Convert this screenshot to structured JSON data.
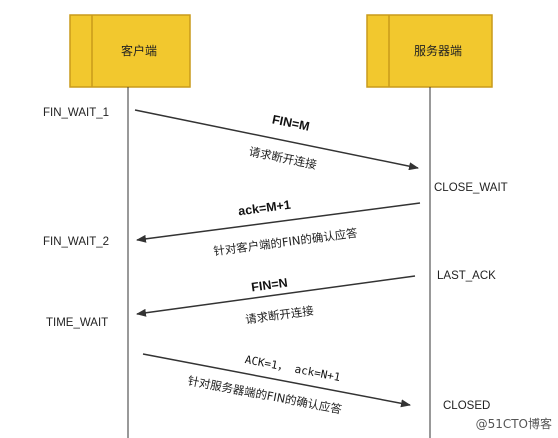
{
  "client": {
    "label": "客户端"
  },
  "server": {
    "label": "服务器端"
  },
  "client_states": [
    "FIN_WAIT_1",
    "FIN_WAIT_2",
    "TIME_WAIT"
  ],
  "server_states": [
    "CLOSE_WAIT",
    "LAST_ACK",
    "CLOSED"
  ],
  "messages": [
    {
      "direction": "to-server",
      "label": "FIN=M",
      "desc": "请求断开连接"
    },
    {
      "direction": "to-client",
      "label": "ack=M+1",
      "desc": "针对客户端的FIN的确认应答"
    },
    {
      "direction": "to-client",
      "label": "FIN=N",
      "desc": "请求断开连接"
    },
    {
      "direction": "to-server",
      "label": "ACK=1， ack=N+1",
      "desc": "针对服务器端的FIN的确认应答"
    }
  ],
  "watermark": "@51CTO博客",
  "colors": {
    "box_fill": "#f2c82e",
    "box_stroke": "#c99a1a",
    "line": "#333333"
  }
}
